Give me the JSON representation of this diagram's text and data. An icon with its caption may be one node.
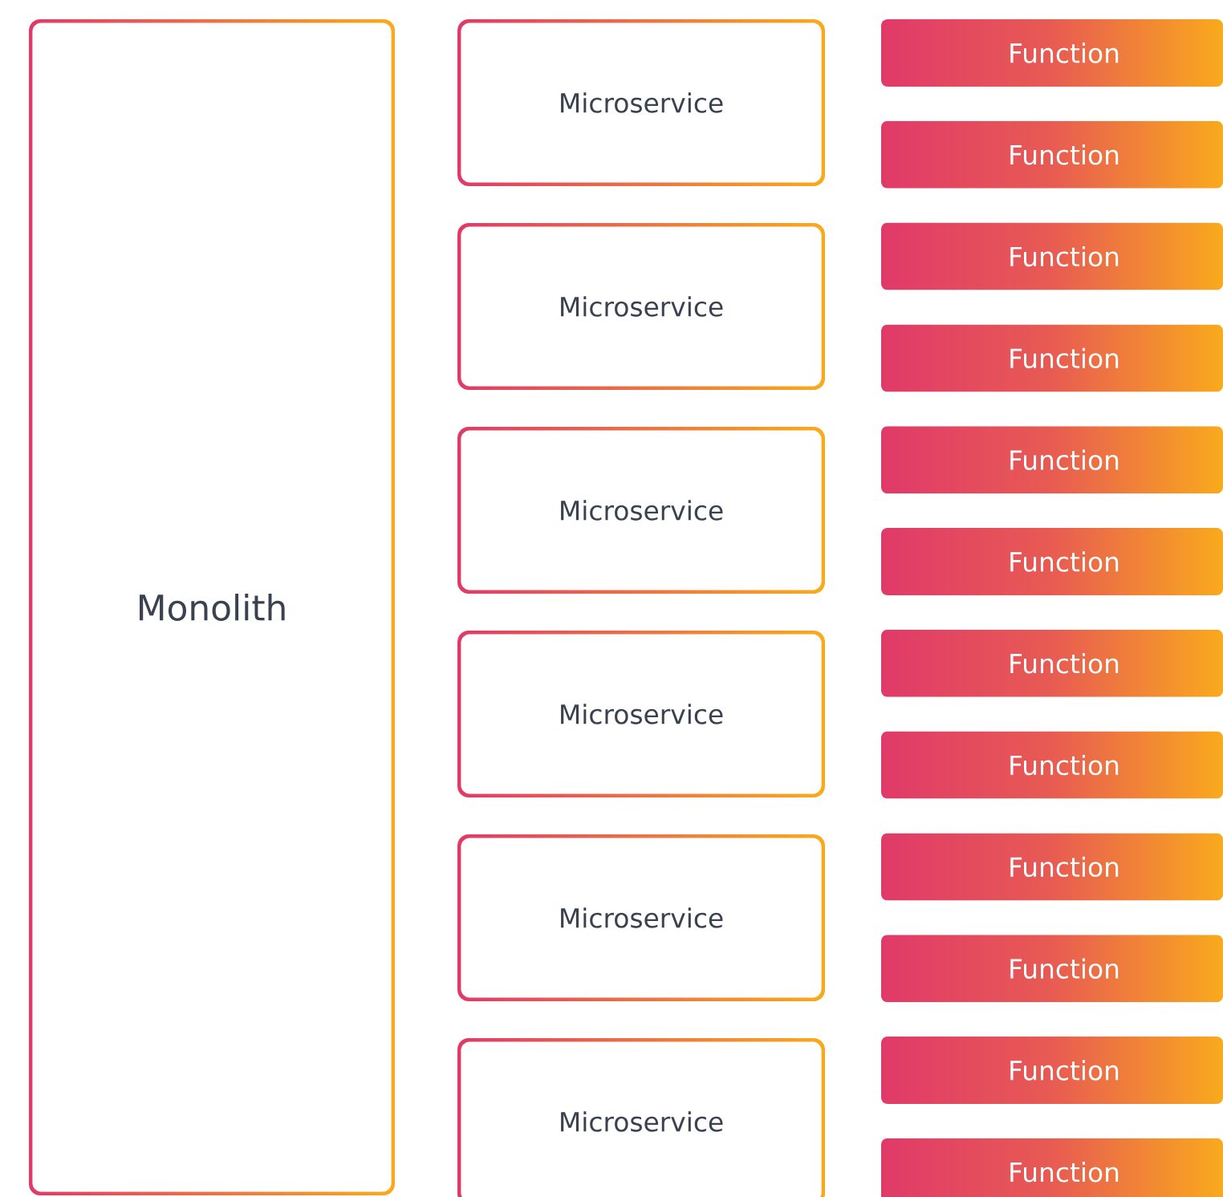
{
  "diagram": {
    "nodes": [
      {
        "text": [
          "Monolith"
        ]
      },
      {
        "text": [
          "Microservice"
        ]
      },
      {
        "text": [
          "Microservice"
        ]
      },
      {
        "text": [
          "Microservice"
        ]
      },
      {
        "text": [
          "Microservice"
        ]
      },
      {
        "text": [
          "Microservice"
        ]
      },
      {
        "text": [
          "Microservice"
        ]
      },
      {
        "text": [
          "Function"
        ]
      },
      {
        "text": [
          "Function"
        ]
      },
      {
        "text": [
          "Function"
        ]
      },
      {
        "text": [
          "Function"
        ]
      },
      {
        "text": [
          "Function"
        ]
      },
      {
        "text": [
          "Function"
        ]
      },
      {
        "text": [
          "Function"
        ]
      },
      {
        "text": [
          "Function"
        ]
      },
      {
        "text": [
          "Function"
        ]
      },
      {
        "text": [
          "Function"
        ]
      },
      {
        "text": [
          "Function"
        ]
      },
      {
        "text": [
          "Function"
        ]
      }
    ]
  }
}
